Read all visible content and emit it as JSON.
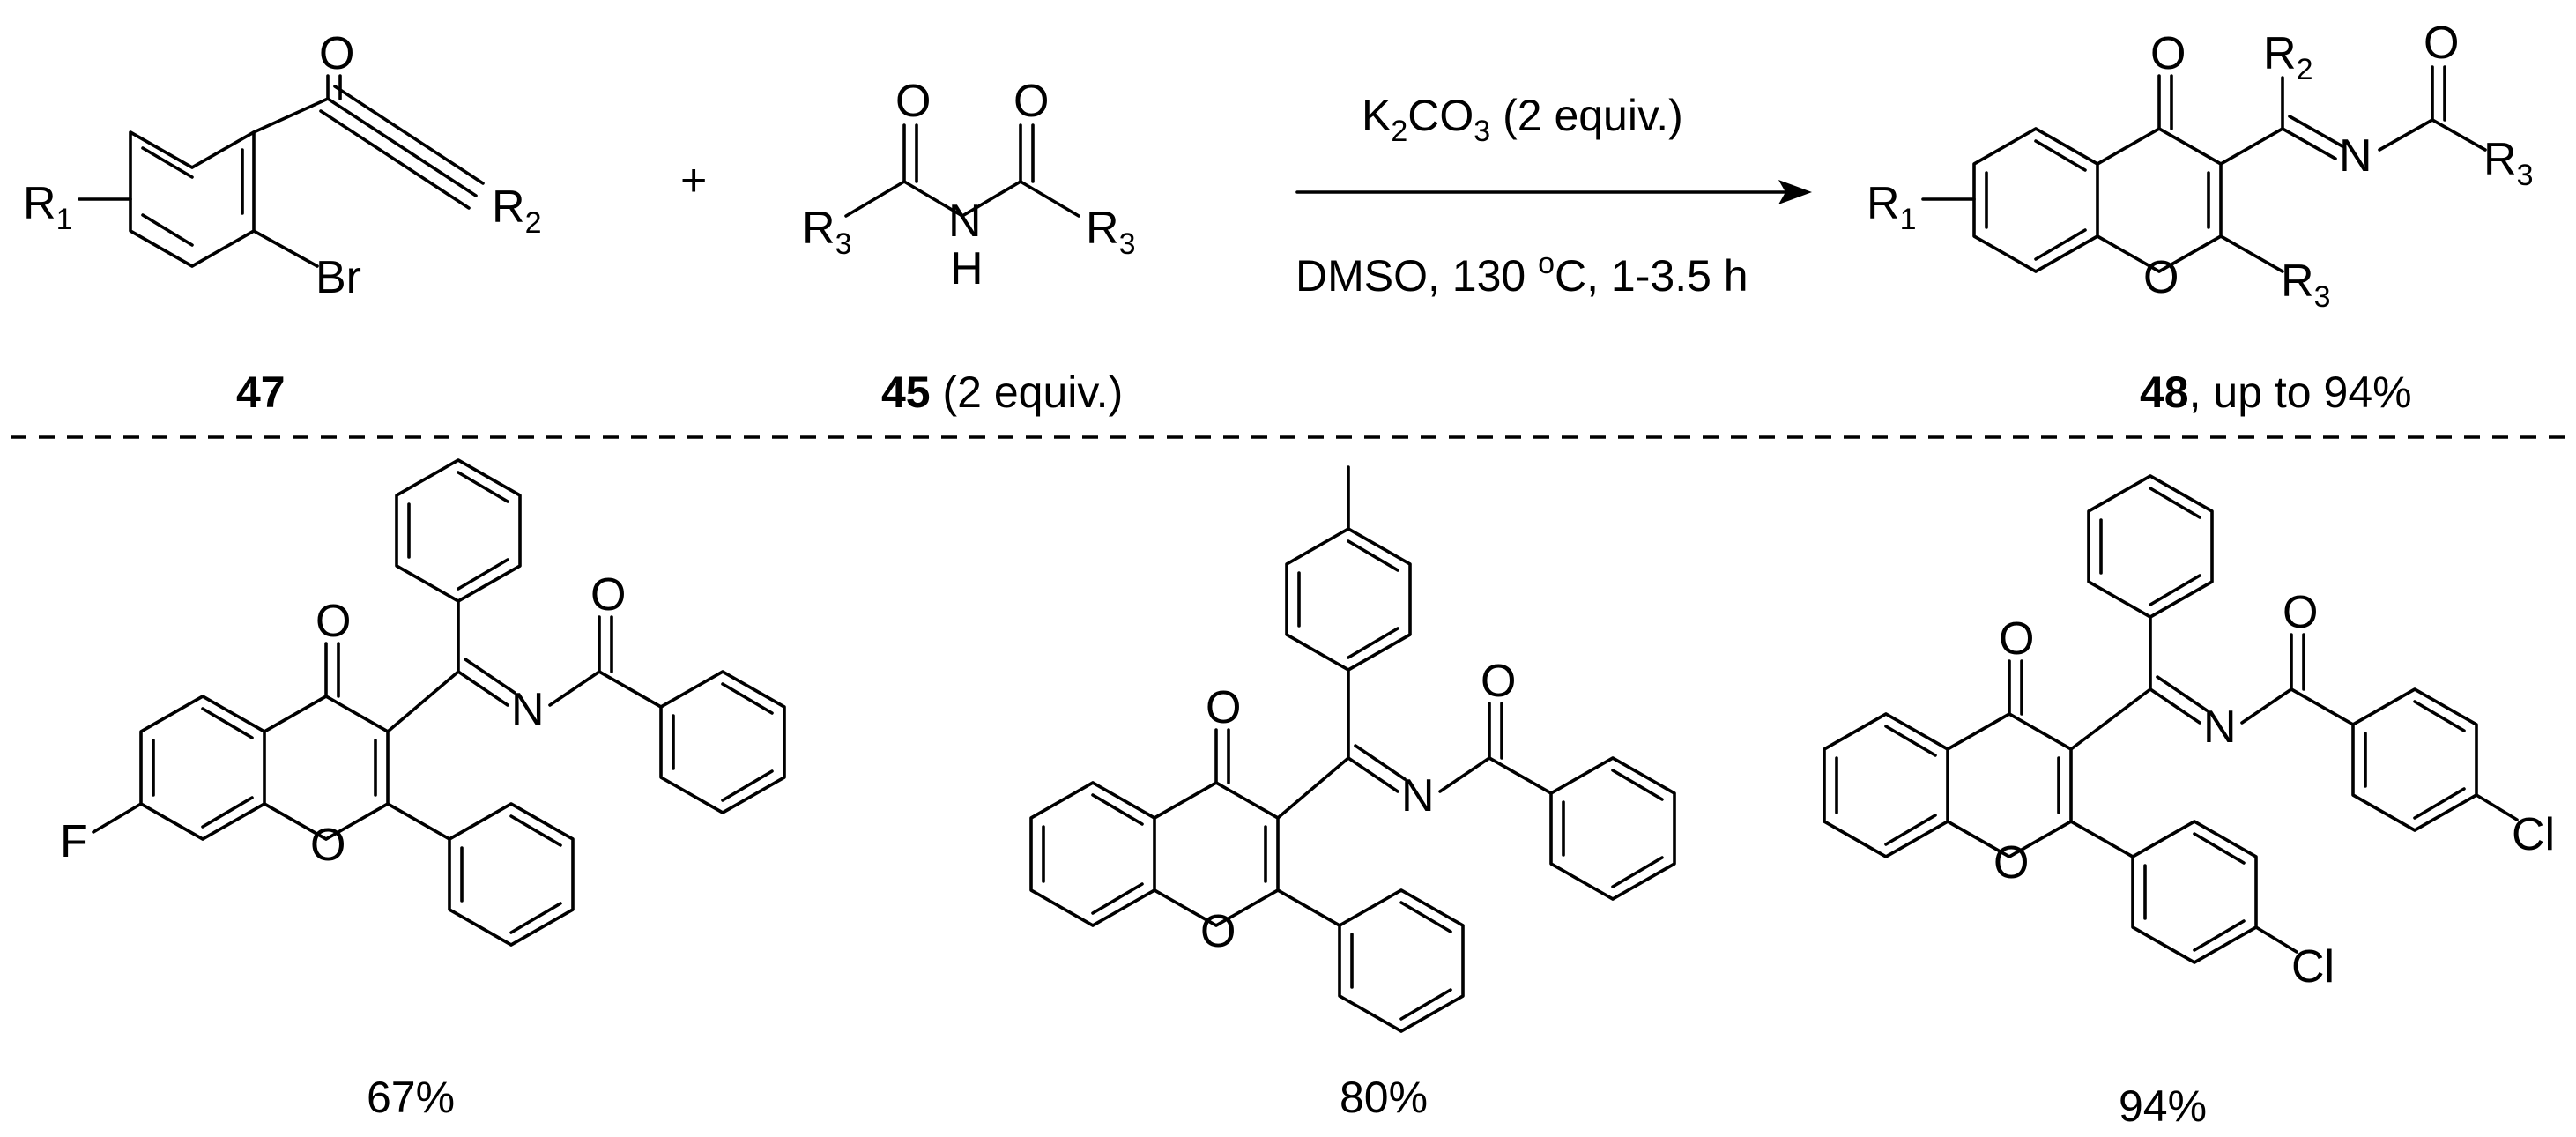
{
  "reaction": {
    "reagent_line": "K",
    "reagent_sub1": "2",
    "reagent_mid": "CO",
    "reagent_sub2": "3",
    "reagent_tail": " (2 equiv.)",
    "conditions_a": "DMSO, 130 ",
    "conditions_sup": "o",
    "conditions_b": "C, 1-3.5 h",
    "plus": "+",
    "compound_47": "47",
    "compound_45": "45",
    "compound_45_note": " (2 equiv.)",
    "compound_48": "48",
    "compound_48_note": ", up to 94%"
  },
  "atoms": {
    "O": "O",
    "N": "N",
    "H": "H",
    "Br": "Br",
    "F": "F",
    "Cl": "Cl",
    "R": "R",
    "s1": "1",
    "s2": "2",
    "s3": "3"
  },
  "examples": [
    {
      "yield": "67%"
    },
    {
      "yield": "80%"
    },
    {
      "yield": "94%"
    }
  ]
}
